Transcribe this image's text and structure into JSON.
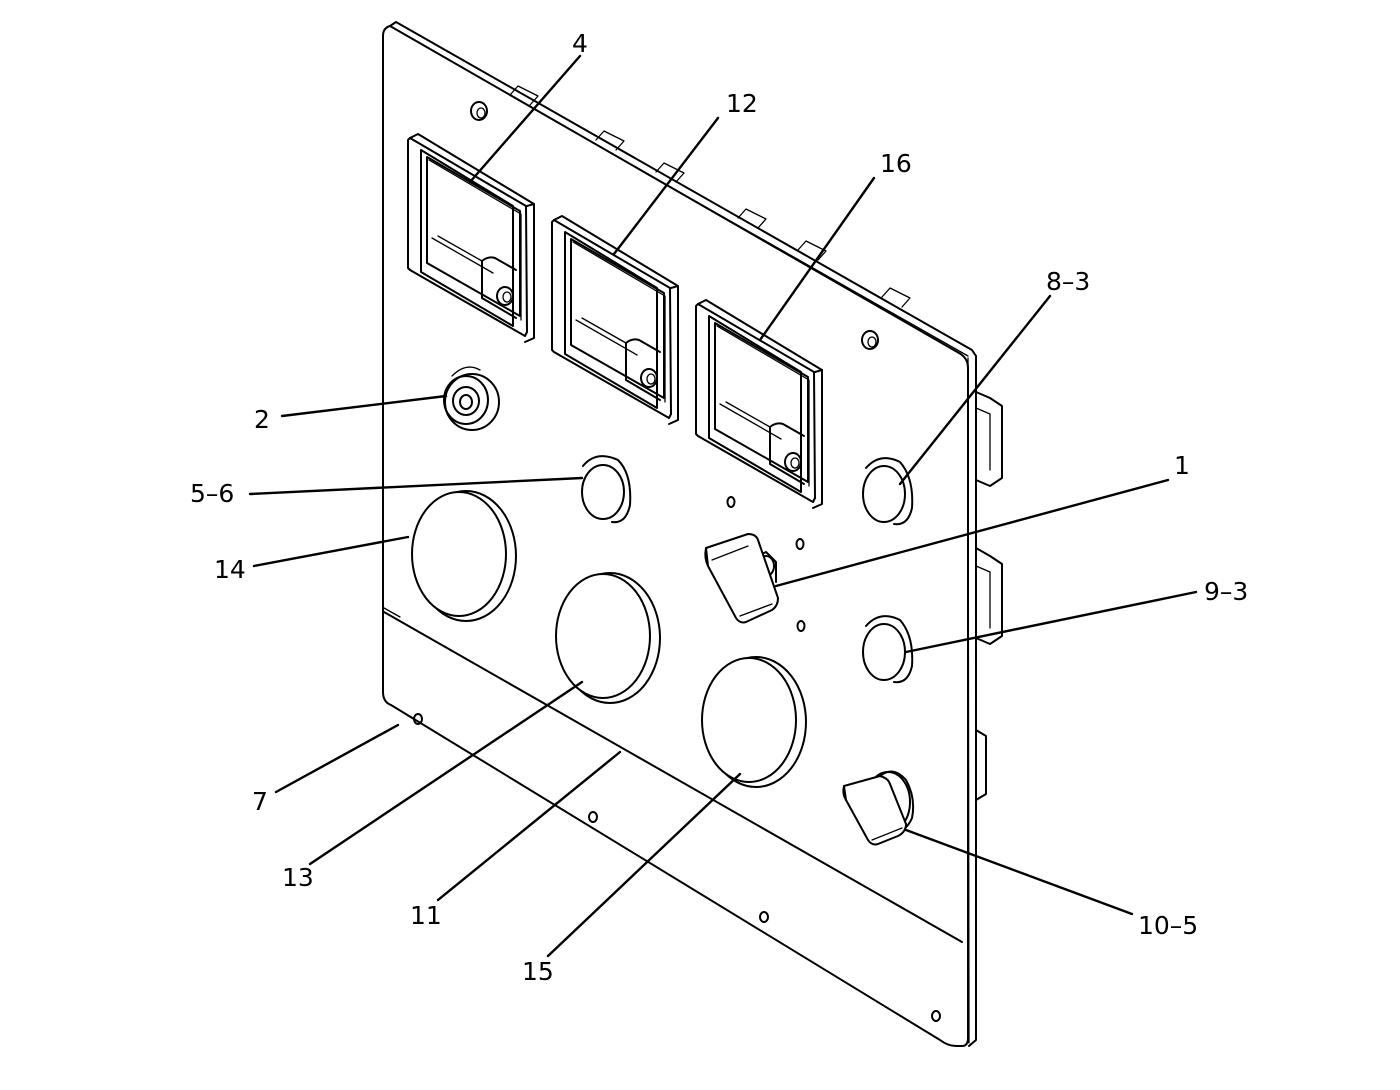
{
  "callouts": {
    "c1": "1",
    "c2": "2",
    "c4": "4",
    "c5_6": "5–6",
    "c7": "7",
    "c8_3": "8–3",
    "c9_3": "9–3",
    "c10_5": "10–5",
    "c11": "11",
    "c12": "12",
    "c13": "13",
    "c14": "14",
    "c15": "15",
    "c16": "16"
  }
}
